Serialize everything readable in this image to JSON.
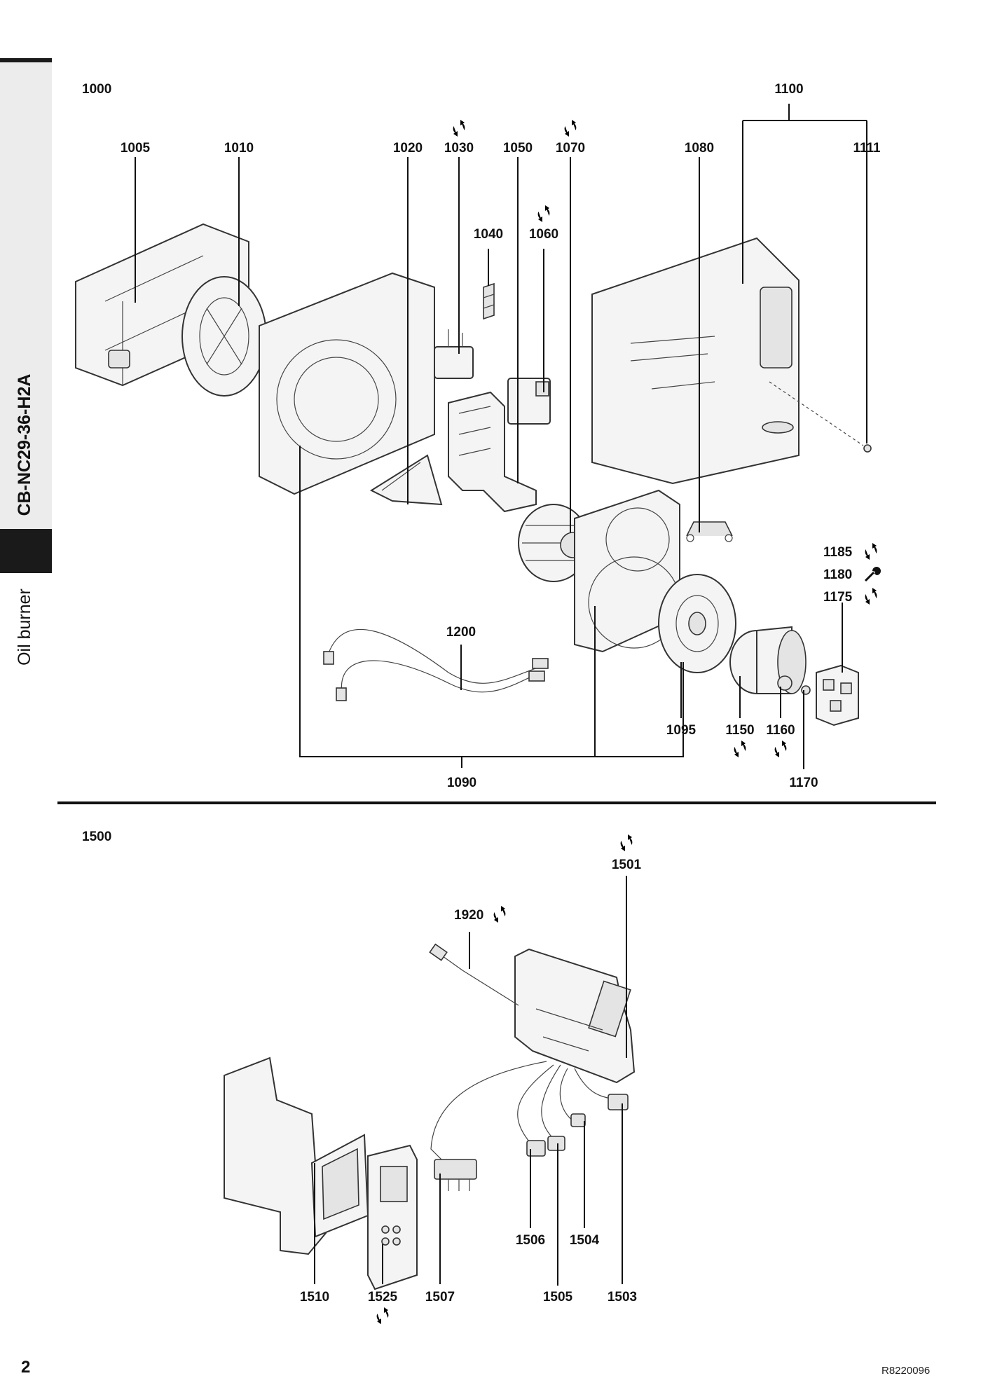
{
  "side_tab": {
    "model_code": "CB-NC29-36-H2A",
    "section": "Oil burner"
  },
  "page_number": "2",
  "doc_ref": "R8220096",
  "group_1000": {
    "title": "1000",
    "labels": {
      "p1005": "1005",
      "p1010": "1010",
      "p1020": "1020",
      "p1030": "1030",
      "p1040": "1040",
      "p1050": "1050",
      "p1060": "1060",
      "p1070": "1070",
      "p1080": "1080",
      "p1100": "1100",
      "p1111": "1111",
      "p1185": "1185",
      "p1180": "1180",
      "p1175": "1175",
      "p1200": "1200",
      "p1095": "1095",
      "p1150": "1150",
      "p1160": "1160",
      "p1090": "1090",
      "p1170": "1170"
    }
  },
  "group_1500": {
    "title": "1500",
    "labels": {
      "p1501": "1501",
      "p1920": "1920",
      "p1506": "1506",
      "p1504": "1504",
      "p1510": "1510",
      "p1525": "1525",
      "p1507": "1507",
      "p1505": "1505",
      "p1503": "1503"
    }
  },
  "icons": {
    "spare_part": "refresh-icon",
    "tool": "wrench-icon"
  }
}
